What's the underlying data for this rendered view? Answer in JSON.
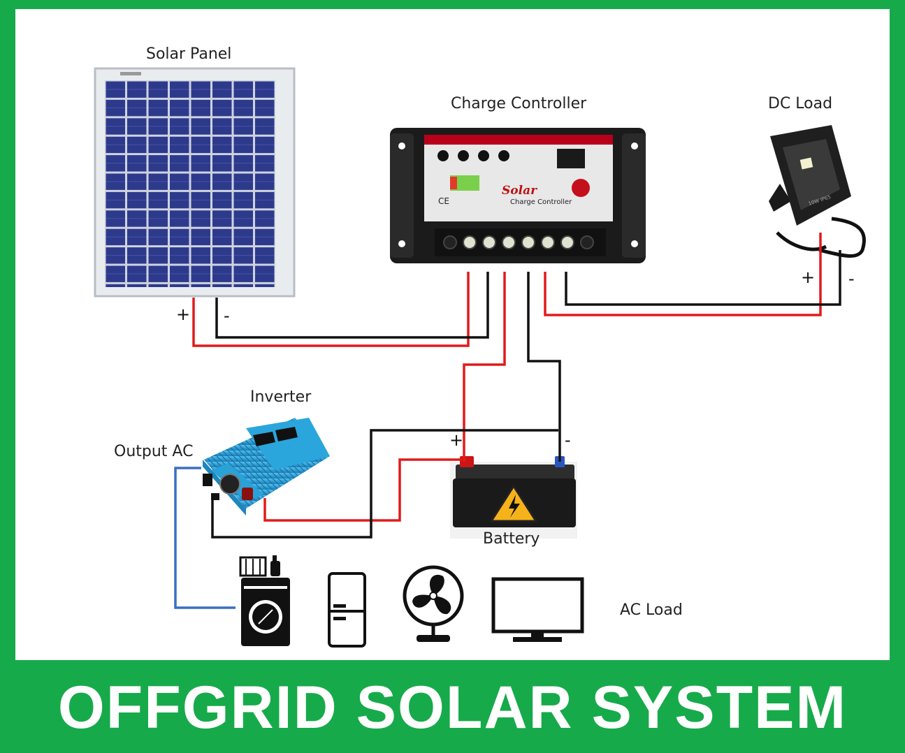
{
  "diagram": {
    "title": "OFFGRID SOLAR SYSTEM",
    "components": {
      "solar_panel": "Solar Panel",
      "charge_controller": "Charge Controller",
      "dc_load": "DC Load",
      "inverter": "Inverter",
      "output_ac": "Output AC",
      "battery": "Battery",
      "ac_load": "AC Load"
    },
    "controller_face": {
      "brand": "Solar",
      "subtitle": "Charge Controller",
      "mark": "CE"
    },
    "floodlight_mark": "10W  IP65",
    "polarity": {
      "plus": "+",
      "minus": "-"
    },
    "ac_load_devices": [
      "washing-machine",
      "refrigerator",
      "fan",
      "television"
    ],
    "colors": {
      "frame": "#17aa4a",
      "positive_wire": "#e01b1b",
      "negative_wire": "#111111",
      "ac_wire": "#3a6fc4",
      "panel_cells": "#2d3a8c",
      "inverter_body": "#2a9fd6"
    }
  }
}
